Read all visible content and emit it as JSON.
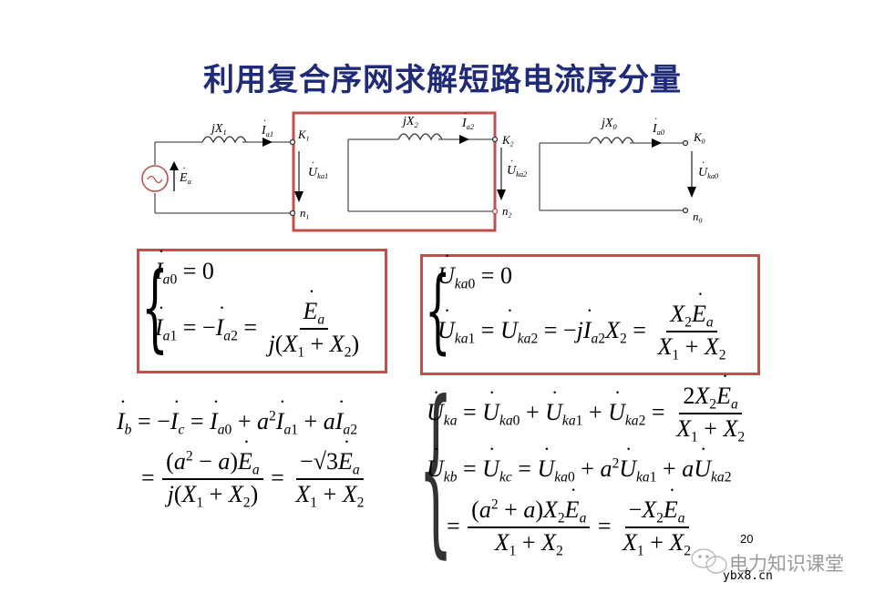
{
  "slide": {
    "title": "利用复合序网求解短路电流序分量",
    "page_number": "20",
    "title_color": "#1f2a78",
    "highlight_color": "#c0504d"
  },
  "circuit": {
    "positive_sequence": {
      "source_label": "E",
      "source_sub": "a",
      "reactance_label": "jX",
      "reactance_sub": "1",
      "current_label": "I",
      "current_sub": "a1",
      "node_top": "K",
      "node_top_sub": "1",
      "node_bottom": "n",
      "node_bottom_sub": "1",
      "voltage_label": "U",
      "voltage_sub": "ka1"
    },
    "negative_sequence": {
      "reactance_label": "jX",
      "reactance_sub": "2",
      "current_label": "I",
      "current_sub": "a2",
      "node_top": "K",
      "node_top_sub": "2",
      "node_bottom": "n",
      "node_bottom_sub": "2",
      "voltage_label": "U",
      "voltage_sub": "ka2"
    },
    "zero_sequence": {
      "reactance_label": "jX",
      "reactance_sub": "0",
      "current_label": "I",
      "current_sub": "a0",
      "node_top": "K",
      "node_top_sub": "0",
      "node_bottom": "n",
      "node_bottom_sub": "0",
      "voltage_label": "U",
      "voltage_sub": "ka0"
    }
  },
  "equations": {
    "current_box": {
      "line1": "İa0 = 0",
      "line2": "İa1 = −İa2 = Ėa / j(X1 + X2)"
    },
    "voltage_box": {
      "line1": "U̇ka0 = 0",
      "line2": "U̇ka1 = U̇ka2 = −jİa2X2 = X2Ėa / (X1 + X2)"
    },
    "phase_currents": {
      "line1": "İb = −İc = İa0 + a²İa1 + aİa2",
      "line2": "= (a² − a)Ėa / j(X1 + X2) = −√3Ėa / (X1 + X2)"
    },
    "phase_voltages": {
      "line1": "U̇ka = U̇ka0 + U̇ka1 + U̇ka2 = 2X2Ėa / (X1 + X2)",
      "line2": "U̇kb = U̇kc = U̇ka0 + a²U̇ka1 + aU̇ka2",
      "line3": "= (a² + a)X2Ėa / (X1 + X2) = −X2Ėa / (X1 + X2)"
    }
  },
  "watermark": {
    "text": "电力知识课堂",
    "site": "ybx8.cn"
  }
}
